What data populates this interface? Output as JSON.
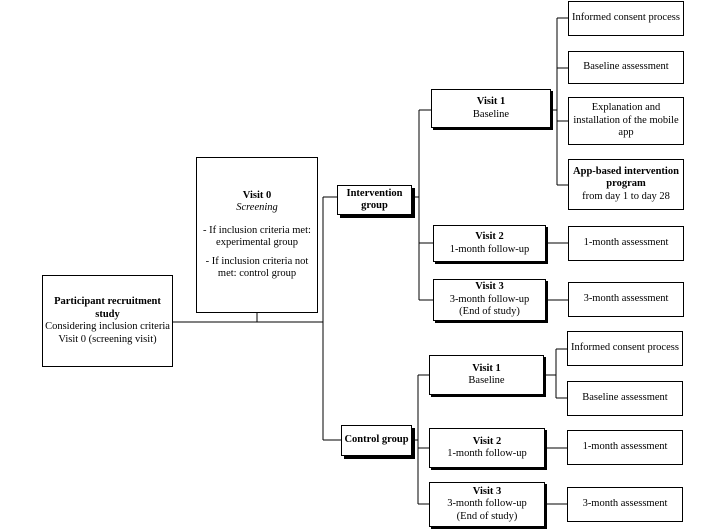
{
  "recruitment": {
    "title": "Participant recruitment study",
    "line1": "Considering inclusion criteria",
    "line2": "Visit 0 (screening visit)"
  },
  "screening": {
    "title": "Visit 0",
    "subtitle": "Screening",
    "criteria_met": "- If inclusion criteria met: experimental group",
    "criteria_not_met": "- If inclusion criteria not met: control group"
  },
  "intervention": {
    "label": "Intervention group",
    "visit1": {
      "title": "Visit 1",
      "subtitle": "Baseline"
    },
    "visit2": {
      "title": "Visit 2",
      "subtitle": "1-month follow-up"
    },
    "visit3": {
      "title": "Visit 3",
      "subtitle": "3-month follow-up",
      "note": "(End of study)"
    },
    "consent": "Informed consent process",
    "baseline_assessment": "Baseline assessment",
    "app_install": "Explanation and installation of the mobile app",
    "program_title": "App-based intervention program",
    "program_range": "from day 1 to day 28",
    "assessment_1m": "1-month assessment",
    "assessment_3m": "3-month assessment"
  },
  "control": {
    "label": "Control group",
    "visit1": {
      "title": "Visit 1",
      "subtitle": "Baseline"
    },
    "visit2": {
      "title": "Visit 2",
      "subtitle": "1-month follow-up"
    },
    "visit3": {
      "title": "Visit 3",
      "subtitle": "3-month follow-up",
      "note": "(End of study)"
    },
    "consent": "Informed consent process",
    "baseline_assessment": "Baseline assessment",
    "assessment_1m": "1-month assessment",
    "assessment_3m": "3-month assessment"
  }
}
